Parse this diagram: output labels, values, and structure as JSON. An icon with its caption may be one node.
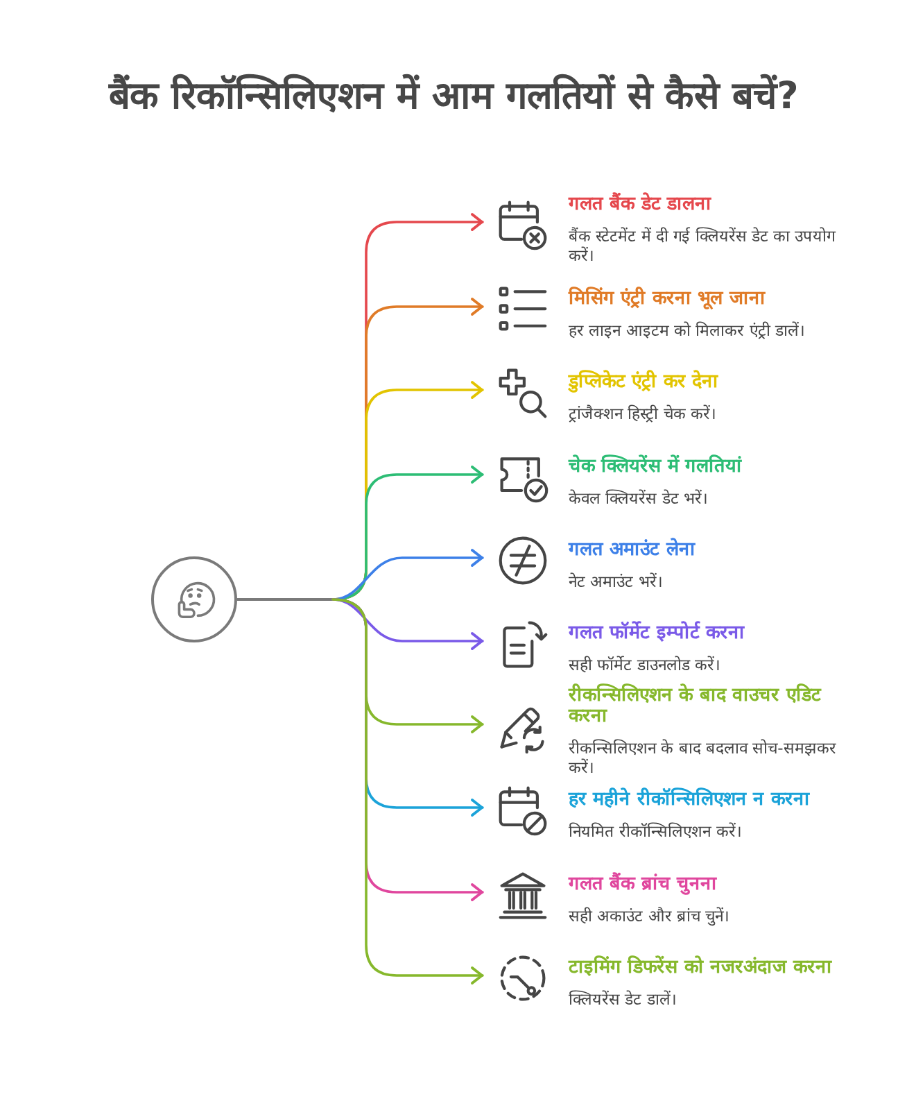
{
  "diagram": {
    "title": "बैंक रिकॉन्सिलिएशन में आम गलतियों से कैसे बचें?",
    "nodes": [
      {
        "text": [],
        "shape": "circle"
      },
      {
        "text": [
          "गलत बैंक डेट डालना",
          "बैंक स्टेटमेंट में दी गई क्लियरेंस डेट का उपयोग करें।"
        ]
      },
      {
        "text": [
          "मिसिंग एंट्री करना भूल जाना",
          "हर लाइन आइटम को मिलाकर एंट्री डालें।"
        ]
      },
      {
        "text": [
          "डुप्लिकेट एंट्री कर देना",
          "ट्रांजैक्शन हिस्ट्री चेक करें।"
        ]
      },
      {
        "text": [
          "चेक क्लियरेंस में गलतियां",
          "केवल क्लियरेंस डेट भरें।"
        ]
      },
      {
        "text": [
          "गलत अमाउंट लेना",
          "नेट अमाउंट भरें।"
        ]
      },
      {
        "text": [
          "गलत फॉर्मेट इम्पोर्ट करना",
          "सही फॉर्मेट डाउनलोड करें।"
        ]
      },
      {
        "text": [
          "रीकन्सिलिएशन के बाद वाउचर एडिट करना",
          "रीकन्सिलिएशन के बाद बदलाव सोच-समझकर करें।"
        ]
      },
      {
        "text": [
          "हर महीने रीकॉन्सिलिएशन न करना",
          "नियमित रीकॉन्सिलिएशन करें।"
        ]
      },
      {
        "text": [
          "गलत बैंक ब्रांच चुनना",
          "सही अकाउंट और ब्रांच चुनें।"
        ]
      },
      {
        "text": [
          "टाइमिंग डिफरेंस को नजरअंदाज करना",
          "क्लियरेंस डेट डालें।"
        ]
      }
    ],
    "edges": [
      {
        "from": 0,
        "to": 1,
        "arrow": "to",
        "color": "#e5484d"
      },
      {
        "from": 0,
        "to": 2,
        "arrow": "to",
        "color": "#e07b27"
      },
      {
        "from": 0,
        "to": 3,
        "arrow": "to",
        "color": "#e2c400"
      },
      {
        "from": 0,
        "to": 4,
        "arrow": "to",
        "color": "#2dbd75"
      },
      {
        "from": 0,
        "to": 5,
        "arrow": "to",
        "color": "#3d80e8"
      },
      {
        "from": 0,
        "to": 6,
        "arrow": "to",
        "color": "#7a5ae8"
      },
      {
        "from": 0,
        "to": 7,
        "arrow": "to",
        "color": "#86b82c"
      },
      {
        "from": 0,
        "to": 8,
        "arrow": "to",
        "color": "#1ba3d9"
      },
      {
        "from": 0,
        "to": 9,
        "arrow": "to",
        "color": "#e0479e"
      },
      {
        "from": 0,
        "to": 10,
        "arrow": "to",
        "color": "#86b82c"
      }
    ]
  }
}
